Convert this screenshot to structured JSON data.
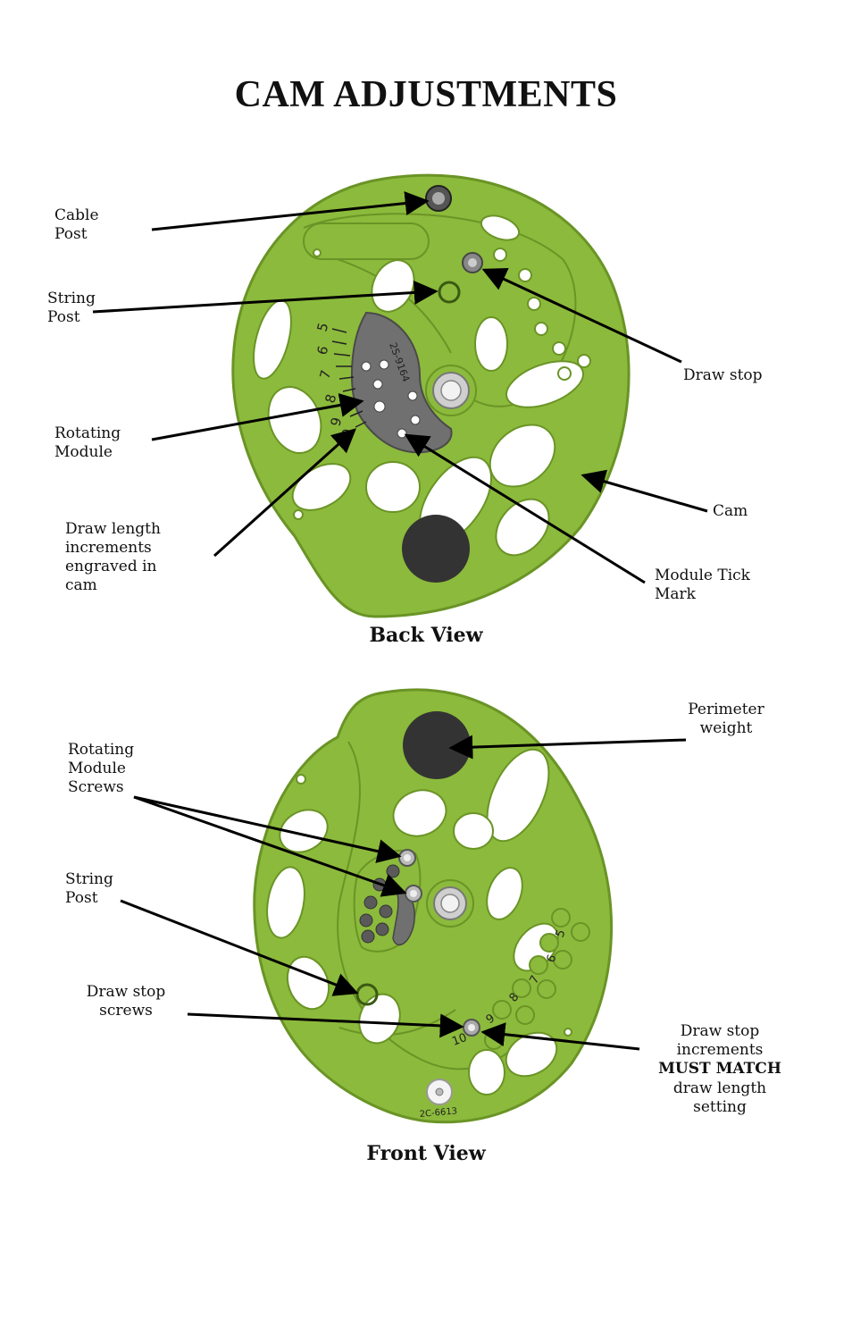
{
  "title": "CAM ADJUSTMENTS",
  "colors": {
    "cam": "#8cba3c",
    "cam_edge": "#6a9426",
    "module": "#707070",
    "weight": "#333333"
  },
  "back_view": {
    "caption": "Back View",
    "labels": {
      "cable_post": "Cable\nPost",
      "string_post": "String\nPost",
      "rotating_module": "Rotating\nModule",
      "draw_length_increments": "Draw length\nincrements\nengraved in\ncam",
      "draw_stop": "Draw stop",
      "cam": "Cam",
      "module_tick_mark": "Module Tick\nMark"
    },
    "engravings": {
      "module_code": "2S-9164",
      "scale": [
        "5",
        "6",
        "7",
        "8",
        "9",
        "10"
      ]
    }
  },
  "front_view": {
    "caption": "Front View",
    "labels": {
      "perimeter_weight": "Perimeter\nweight",
      "rotating_module_screws": "Rotating\nModule\nScrews",
      "string_post": "String\nPost",
      "draw_stop_screws": "Draw stop\nscrews",
      "draw_stop_increments": "Draw stop\nincrements",
      "must_match": "MUST MATCH",
      "draw_length_setting": "draw length\nsetting"
    },
    "engravings": {
      "cam_code": "2C-6613",
      "scale": [
        "5",
        "6",
        "7",
        "8",
        "9",
        "10"
      ]
    }
  }
}
